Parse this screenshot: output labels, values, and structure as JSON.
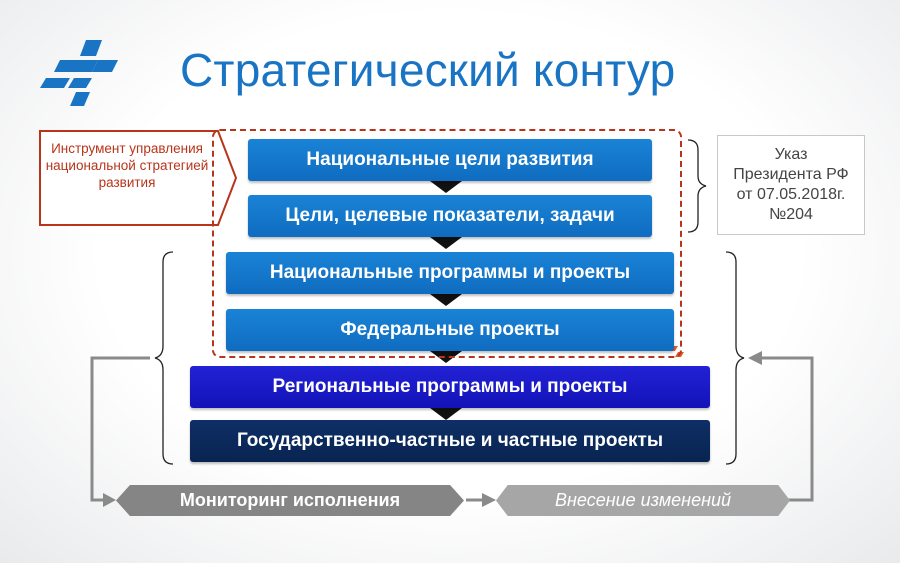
{
  "header": {
    "title": "Стратегический контур"
  },
  "instrument_label": "Инструмент управления национальной стратегией развития",
  "decree_label": "Указ\nПрезидента РФ\nот 07.05.2018г.\n№204",
  "levels": [
    "Национальные цели развития",
    "Цели, целевые показатели, задачи",
    "Национальные программы и проекты",
    "Федеральные проекты",
    "Региональные программы и проекты",
    "Государственно-частные и частные проекты"
  ],
  "cycle": {
    "monitoring": "Мониторинг исполнения",
    "changes": "Внесение изменений"
  },
  "colors": {
    "title": "#1a74c4",
    "level_blue": "#1677cc",
    "level_indigo": "#1a1ac8",
    "level_navy": "#0b2a5c",
    "dashed_border": "#b8341a",
    "gray_arrow": "#8a8a8a"
  }
}
